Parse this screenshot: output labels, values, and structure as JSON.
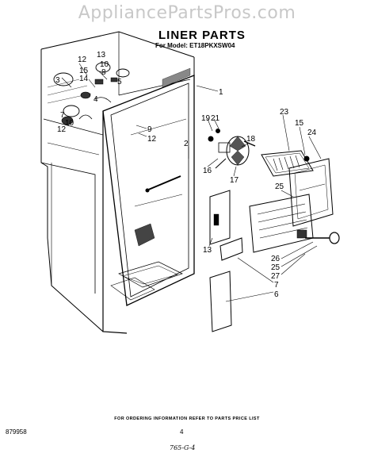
{
  "watermark": "AppliancePartsPros.com",
  "header": {
    "title": "LINER PARTS",
    "model_line": "For Model: ET18PKXSW04"
  },
  "callouts": {
    "c12a": "12",
    "c13": "13",
    "c10a": "10",
    "c3": "3",
    "c15a": "15",
    "c14": "14",
    "c8": "8",
    "c7a": "7",
    "c10b": "10",
    "c12b": "12",
    "c1": "1",
    "c9": "9",
    "c12c": "12",
    "c2": "2",
    "c19": "19",
    "c21": "21",
    "c18": "18",
    "c16": "16",
    "c17": "17",
    "c23": "23",
    "c15b": "15",
    "c24": "24",
    "c25a": "25",
    "c13b": "13",
    "c26": "26",
    "c25b": "25",
    "c27": "27",
    "c7b": "7",
    "c6": "6",
    "c4": "4",
    "c5": "5"
  },
  "footer": {
    "note": "FOR ORDERING INFORMATION REFER TO PARTS PRICE LIST",
    "page_number": "4",
    "doc_code": "879958",
    "handwritten": "765-G-4"
  }
}
